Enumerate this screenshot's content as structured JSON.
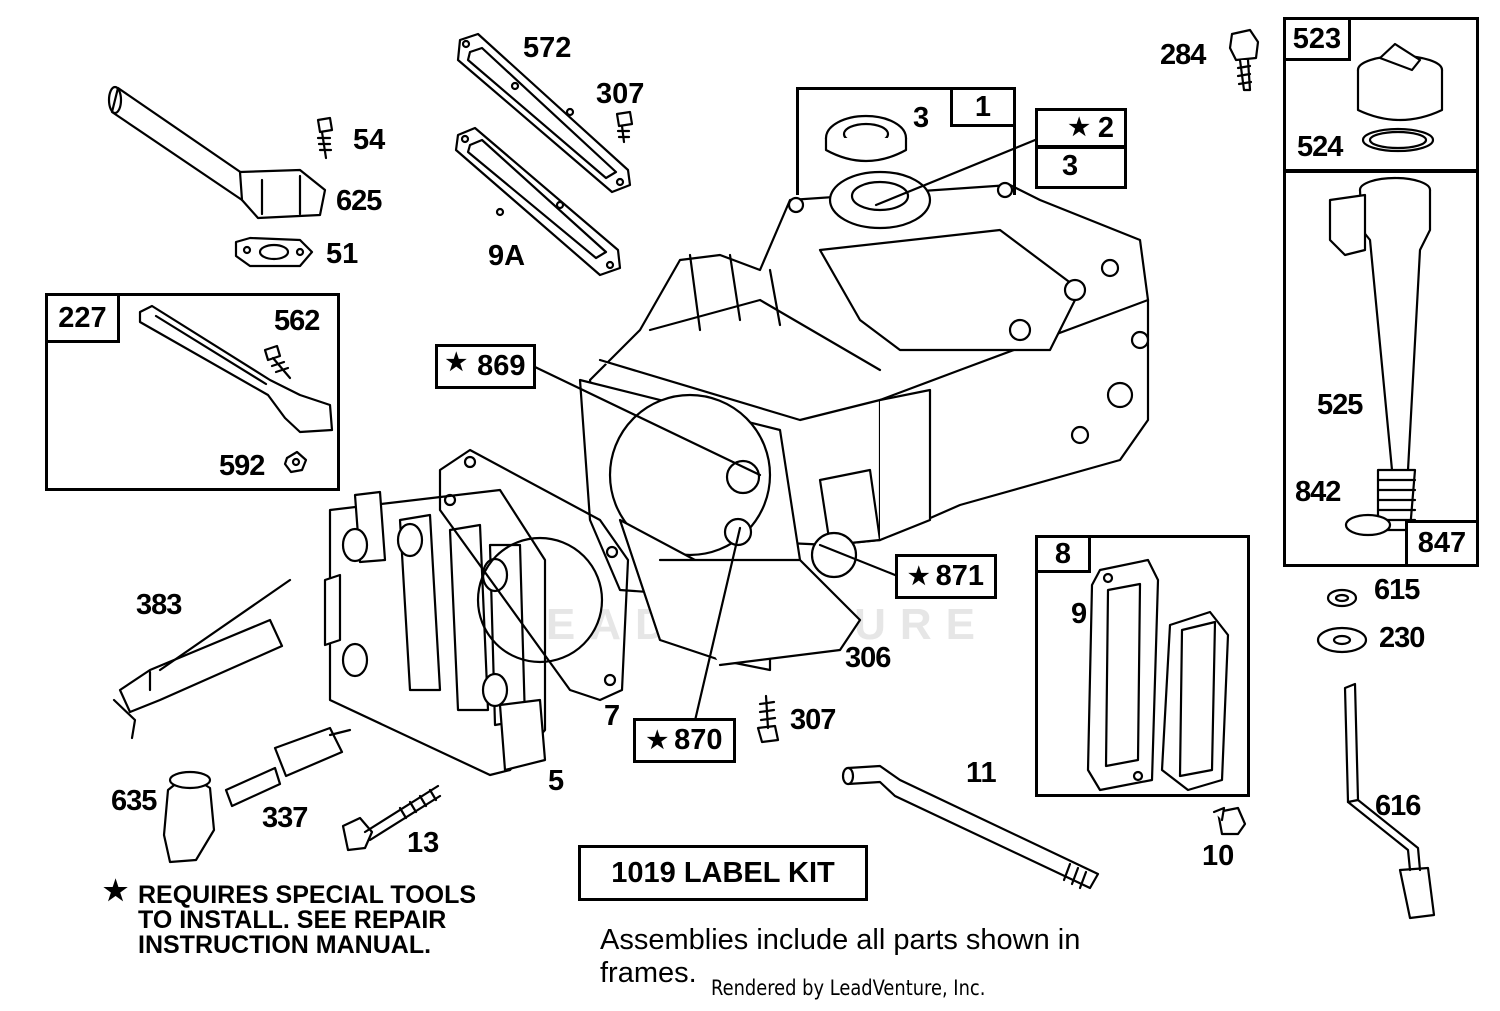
{
  "labels": {
    "p572": "572",
    "p307_top": "307",
    "p54": "54",
    "p625": "625",
    "p51": "51",
    "p9a": "9A",
    "p562": "562",
    "p592": "592",
    "p383": "383",
    "p635": "635",
    "p337": "337",
    "p13": "13",
    "p5": "5",
    "p7": "7",
    "p306": "306",
    "p307_mid": "307",
    "p3_top": "3",
    "p3_box": "3",
    "p284": "284",
    "p524": "524",
    "p525": "525",
    "p842": "842",
    "p615": "615",
    "p230": "230",
    "p616": "616",
    "p9": "9",
    "p11": "11",
    "p10": "10"
  },
  "frames": {
    "f227": "227",
    "f1": "1",
    "f523": "523",
    "f847": "847",
    "f8": "8"
  },
  "callouts": {
    "c2": "2",
    "c869": "869",
    "c871": "871",
    "c870": "870",
    "star": "★"
  },
  "kit": {
    "label": "1019 LABEL KIT"
  },
  "footnote": {
    "star": "★",
    "line1": "REQUIRES SPECIAL TOOLS",
    "line2": "TO INSTALL.  SEE REPAIR",
    "line3": "INSTRUCTION MANUAL."
  },
  "assemblies_note": "Assemblies include all parts shown in frames.",
  "credit": "Rendered by LeadVenture, Inc.",
  "watermark": "LEADVENTURE"
}
